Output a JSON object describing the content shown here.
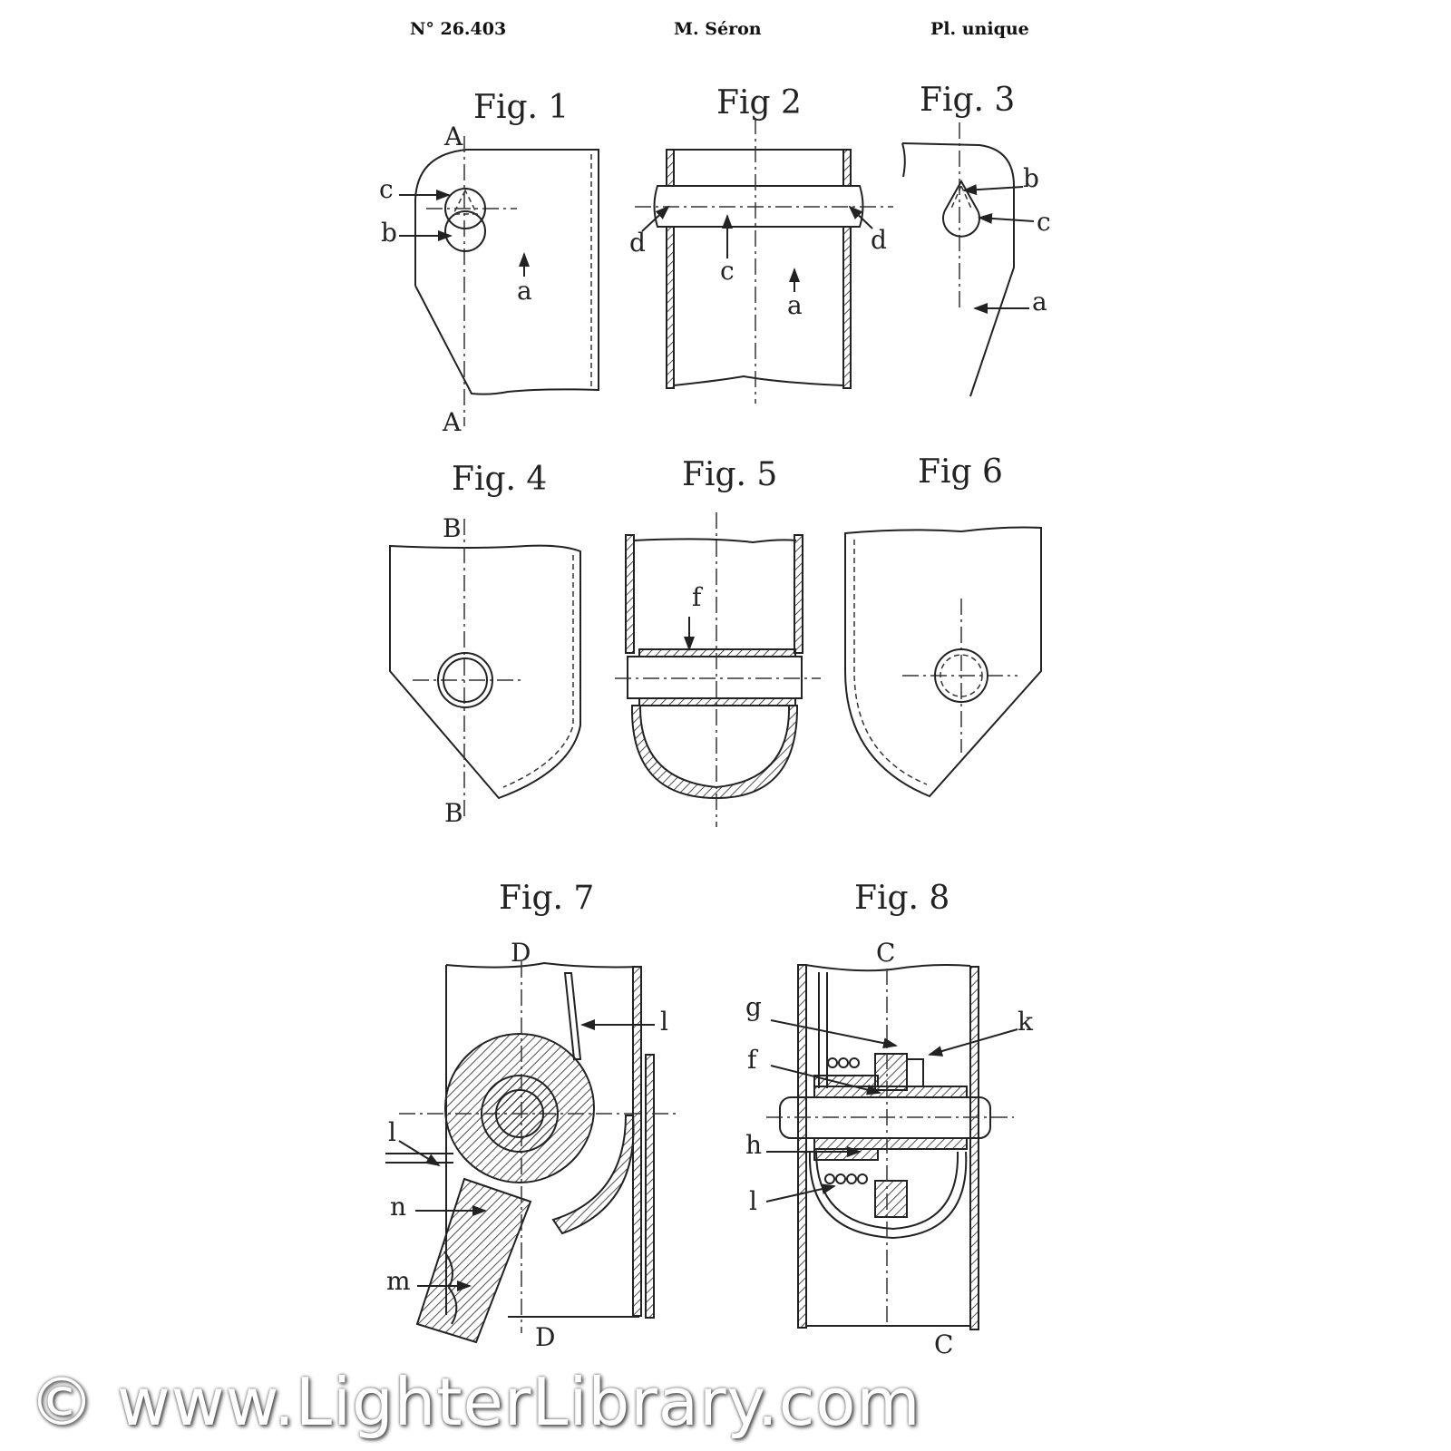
{
  "header": {
    "number": "N° 26.403",
    "author": "M. Séron",
    "plate": "Pl. unique"
  },
  "figures": {
    "fig1": {
      "title": "Fig. 1",
      "labels": {
        "A_top": "A",
        "A_bottom": "A",
        "c": "c",
        "b": "b",
        "a": "a"
      }
    },
    "fig2": {
      "title": "Fig 2",
      "labels": {
        "d_left": "d",
        "d_right": "d",
        "c": "c",
        "a": "a"
      }
    },
    "fig3": {
      "title": "Fig. 3",
      "labels": {
        "b": "b",
        "c": "c",
        "a": "a"
      }
    },
    "fig4": {
      "title": "Fig. 4",
      "labels": {
        "B_top": "B",
        "B_bottom": "B"
      }
    },
    "fig5": {
      "title": "Fig. 5",
      "labels": {
        "f": "f"
      }
    },
    "fig6": {
      "title": "Fig 6"
    },
    "fig7": {
      "title": "Fig. 7",
      "labels": {
        "D_top": "D",
        "D_bottom": "D",
        "l_top": "l",
        "l_left": "l",
        "n": "n",
        "m": "m"
      }
    },
    "fig8": {
      "title": "Fig. 8",
      "labels": {
        "C_top": "C",
        "C_bottom": "C",
        "g": "g",
        "k": "k",
        "f": "f",
        "h": "h",
        "l": "l"
      }
    }
  },
  "watermark": "© www.LighterLibrary.com"
}
